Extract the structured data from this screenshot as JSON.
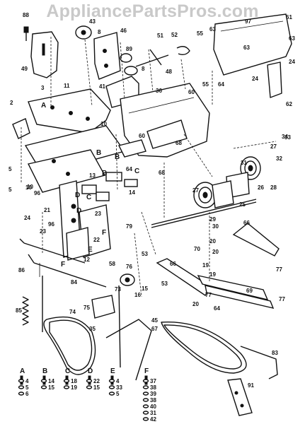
{
  "watermark": "AppliancePartsPros.com",
  "callouts": [
    {
      "text": "88"
    },
    {
      "text": "43"
    },
    {
      "text": "8"
    },
    {
      "text": "46"
    },
    {
      "text": "51"
    },
    {
      "text": "52"
    },
    {
      "text": "55"
    },
    {
      "text": "61"
    },
    {
      "text": "63"
    },
    {
      "text": "97"
    },
    {
      "text": "63"
    },
    {
      "text": "63"
    },
    {
      "text": "49"
    },
    {
      "text": "89"
    },
    {
      "text": "8"
    },
    {
      "text": "24"
    },
    {
      "text": "24"
    },
    {
      "text": "48"
    },
    {
      "text": "41"
    },
    {
      "text": "3"
    },
    {
      "text": "11"
    },
    {
      "text": "36"
    },
    {
      "text": "60"
    },
    {
      "text": "55"
    },
    {
      "text": "64"
    },
    {
      "text": "10"
    },
    {
      "text": "2"
    },
    {
      "text": "62"
    },
    {
      "text": "33"
    },
    {
      "text": "5"
    },
    {
      "text": "10"
    },
    {
      "text": "60"
    },
    {
      "text": "68"
    },
    {
      "text": "34"
    },
    {
      "text": "27"
    },
    {
      "text": "32"
    },
    {
      "text": "31"
    },
    {
      "text": "68"
    },
    {
      "text": "13"
    },
    {
      "text": "64"
    },
    {
      "text": "5"
    },
    {
      "text": "10"
    },
    {
      "text": "96"
    },
    {
      "text": "27"
    },
    {
      "text": "14"
    },
    {
      "text": "26"
    },
    {
      "text": "28"
    },
    {
      "text": "29"
    },
    {
      "text": "25"
    },
    {
      "text": "23"
    },
    {
      "text": "24"
    },
    {
      "text": "21"
    },
    {
      "text": "96"
    },
    {
      "text": "22"
    },
    {
      "text": "30"
    },
    {
      "text": "66"
    },
    {
      "text": "79"
    },
    {
      "text": "20"
    },
    {
      "text": "20"
    },
    {
      "text": "70"
    },
    {
      "text": "23"
    },
    {
      "text": "86"
    },
    {
      "text": "12"
    },
    {
      "text": "58"
    },
    {
      "text": "53"
    },
    {
      "text": "76"
    },
    {
      "text": "66"
    },
    {
      "text": "53"
    },
    {
      "text": "19"
    },
    {
      "text": "19"
    },
    {
      "text": "77"
    },
    {
      "text": "84"
    },
    {
      "text": "73"
    },
    {
      "text": "15"
    },
    {
      "text": "16"
    },
    {
      "text": "69"
    },
    {
      "text": "77"
    },
    {
      "text": "20"
    },
    {
      "text": "64"
    },
    {
      "text": "77"
    },
    {
      "text": "85"
    },
    {
      "text": "74"
    },
    {
      "text": "75"
    },
    {
      "text": "67"
    },
    {
      "text": "45"
    },
    {
      "text": "35"
    },
    {
      "text": "83"
    },
    {
      "text": "91"
    }
  ],
  "letters": [
    {
      "text": "A"
    },
    {
      "text": "B"
    },
    {
      "text": "B"
    },
    {
      "text": "B"
    },
    {
      "text": "C"
    },
    {
      "text": "C"
    },
    {
      "text": "D"
    },
    {
      "text": "D"
    },
    {
      "text": "F"
    },
    {
      "text": "E"
    },
    {
      "text": "F"
    }
  ],
  "legend": [
    {
      "letter": "A",
      "items": [
        "4",
        "5",
        "6"
      ]
    },
    {
      "letter": "B",
      "items": [
        "14",
        "15"
      ]
    },
    {
      "letter": "C",
      "items": [
        "18",
        "19"
      ]
    },
    {
      "letter": "D",
      "items": [
        "22",
        "15"
      ]
    },
    {
      "letter": "E",
      "items": [
        "4",
        "33",
        "5"
      ]
    },
    {
      "letter": "F",
      "items": [
        "37",
        "38",
        "39",
        "38",
        "40",
        "31",
        "42"
      ]
    }
  ]
}
